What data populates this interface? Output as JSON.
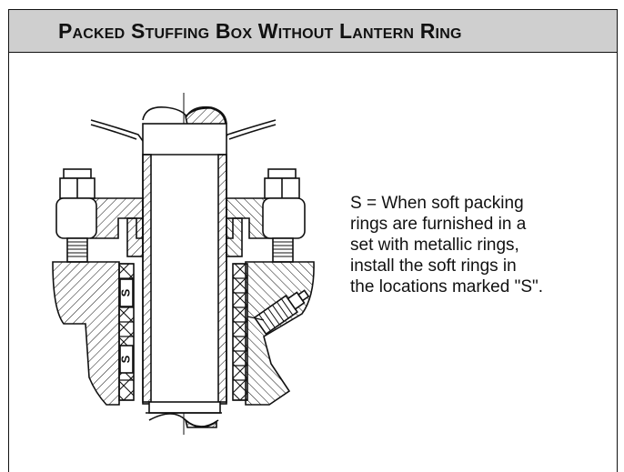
{
  "title": "Packed Stuffing Box Without Lantern Ring",
  "note_lines": [
    "S = When soft packing",
    "rings are furnished in a",
    "set with metallic rings,",
    "install the soft rings in",
    "the locations marked \"S\"."
  ],
  "soft_ring_marks": [
    "S",
    "S"
  ]
}
